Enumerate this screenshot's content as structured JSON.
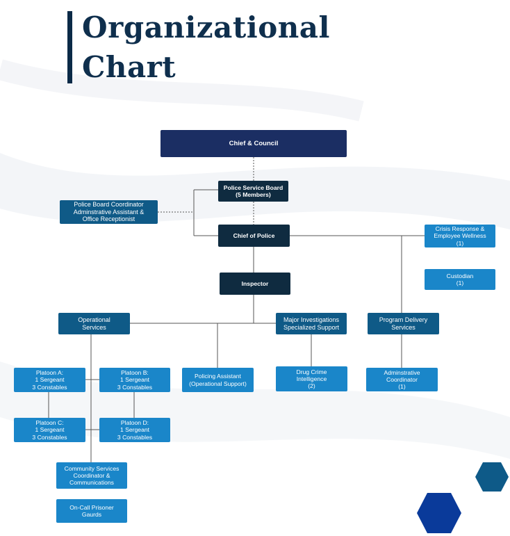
{
  "header": {
    "title_line1": "Organizational",
    "title_line2": "Chart"
  },
  "nodes": {
    "chief_council": "Chief & Council",
    "police_service_board": "Police Service Board\n(5 Members)",
    "board_coordinator": "Police Board Coordinator\nAdminstrative Assistant &\nOffice Receptionist",
    "chief_of_police": "Chief of Police",
    "crisis_response": "Crisis Response &\nEmployee Wellness\n(1)",
    "custodian": "Custodian\n(1)",
    "inspector": "Inspector",
    "operational_services": "Operational\nServices",
    "major_investigations": "Major Investigations\nSpecialized Support",
    "program_delivery": "Program Delivery\nServices",
    "platoon_a": "Platoon A:\n1 Sergeant\n3 Constables",
    "platoon_b": "Platoon B:\n1 Sergeant\n3 Constables",
    "platoon_c": "Platoon C:\n1 Sergeant\n3 Constables",
    "platoon_d": "Platoon D:\n1 Sergeant\n3 Constables",
    "policing_assistant": "Policing Assistant\n(Operational Support)",
    "drug_crime": "Drug Crime\nIntelligence\n(2)",
    "admin_coordinator": "Adminstrative\nCoordinator\n(1)",
    "community_services": "Community Services\nCoordinator &\nCommunications",
    "on_call_guards": "On-Call Prisoner\nGaurds"
  },
  "colors": {
    "navy": "#1b2e63",
    "dark": "#0f2b40",
    "mid": "#0f5a87",
    "light": "#1a86c9",
    "title": "#0f2f4d",
    "hex_blue": "#0a3a9a",
    "hex_teal": "#0e5a88"
  }
}
